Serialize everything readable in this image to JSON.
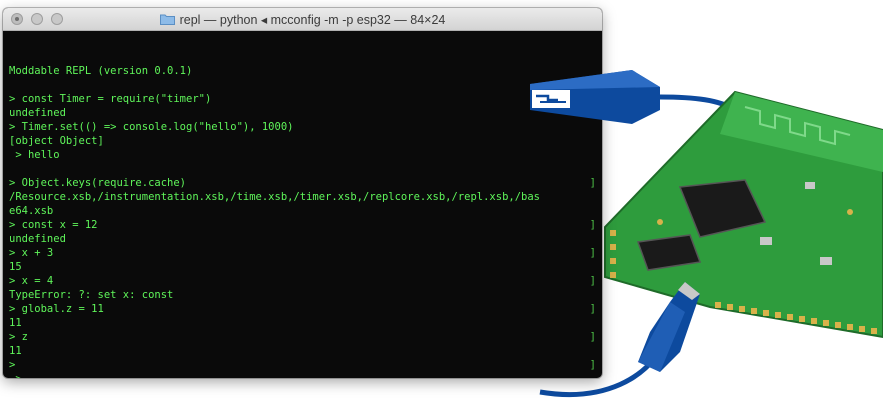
{
  "window": {
    "title": "repl — python ◂ mcconfig -m -p esp32 — 84×24"
  },
  "terminal": {
    "lines": [
      {
        "text": "Moddable REPL (version 0.0.1)",
        "prompt": false,
        "rbracket": false
      },
      {
        "text": "",
        "prompt": false,
        "rbracket": false
      },
      {
        "text": "> const Timer = require(\"timer\")",
        "prompt": true,
        "rbracket": false
      },
      {
        "text": "undefined",
        "prompt": false,
        "rbracket": false
      },
      {
        "text": "> Timer.set(() => console.log(\"hello\"), 1000)",
        "prompt": true,
        "rbracket": false
      },
      {
        "text": "[object Object]",
        "prompt": false,
        "rbracket": false
      },
      {
        "text": " > hello",
        "prompt": false,
        "rbracket": false
      },
      {
        "text": "",
        "prompt": false,
        "rbracket": false
      },
      {
        "text": "> Object.keys(require.cache)",
        "prompt": true,
        "rbracket": true
      },
      {
        "text": "/Resource.xsb,/instrumentation.xsb,/time.xsb,/timer.xsb,/replcore.xsb,/repl.xsb,/bas",
        "prompt": false,
        "rbracket": false
      },
      {
        "text": "e64.xsb",
        "prompt": false,
        "rbracket": false
      },
      {
        "text": "> const x = 12",
        "prompt": true,
        "rbracket": true
      },
      {
        "text": "undefined",
        "prompt": false,
        "rbracket": false
      },
      {
        "text": "> x + 3",
        "prompt": true,
        "rbracket": true
      },
      {
        "text": "15",
        "prompt": false,
        "rbracket": false
      },
      {
        "text": "> x = 4",
        "prompt": true,
        "rbracket": true
      },
      {
        "text": "TypeError: ?: set x: const",
        "prompt": false,
        "rbracket": false
      },
      {
        "text": "> global.z = 11",
        "prompt": true,
        "rbracket": true
      },
      {
        "text": "11",
        "prompt": false,
        "rbracket": false
      },
      {
        "text": "> z",
        "prompt": true,
        "rbracket": true
      },
      {
        "text": "11",
        "prompt": false,
        "rbracket": false
      },
      {
        "text": ">",
        "prompt": true,
        "rbracket": true
      },
      {
        "text": " >",
        "prompt": false,
        "rbracket": false
      }
    ]
  },
  "colors": {
    "terminal_bg": "#0a0a0a",
    "terminal_text": "#5ff55a",
    "board_green": "#2f9a3c",
    "usb_blue": "#0d4a9e"
  },
  "icons": [
    "folder-icon",
    "usb-plug-icon",
    "esp32-board-icon"
  ]
}
